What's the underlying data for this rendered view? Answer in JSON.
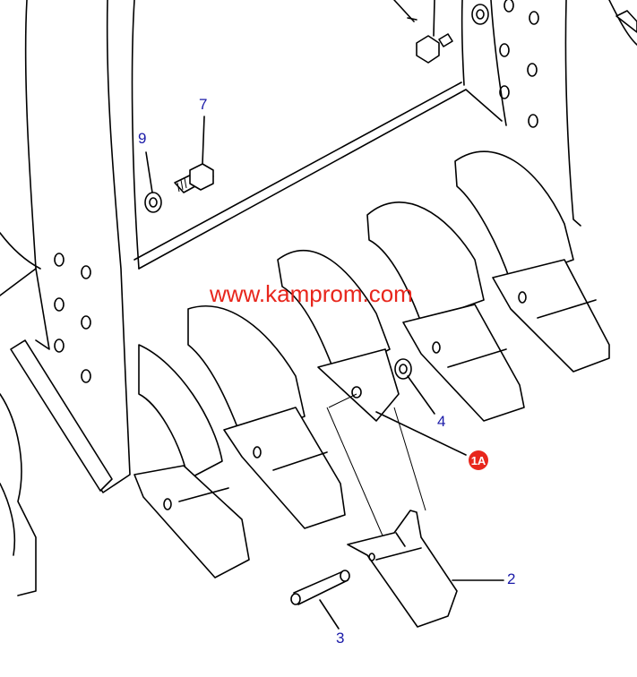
{
  "watermark": {
    "text": "www.kamprom.com",
    "color": "#e8261c"
  },
  "callouts": {
    "c7": "7",
    "c9": "9",
    "c4": "4",
    "c1a": "1A",
    "c2": "2",
    "c3": "3"
  },
  "colors": {
    "callout": "#1a1aa8",
    "badge": "#e8261c",
    "ink": "#000000"
  }
}
